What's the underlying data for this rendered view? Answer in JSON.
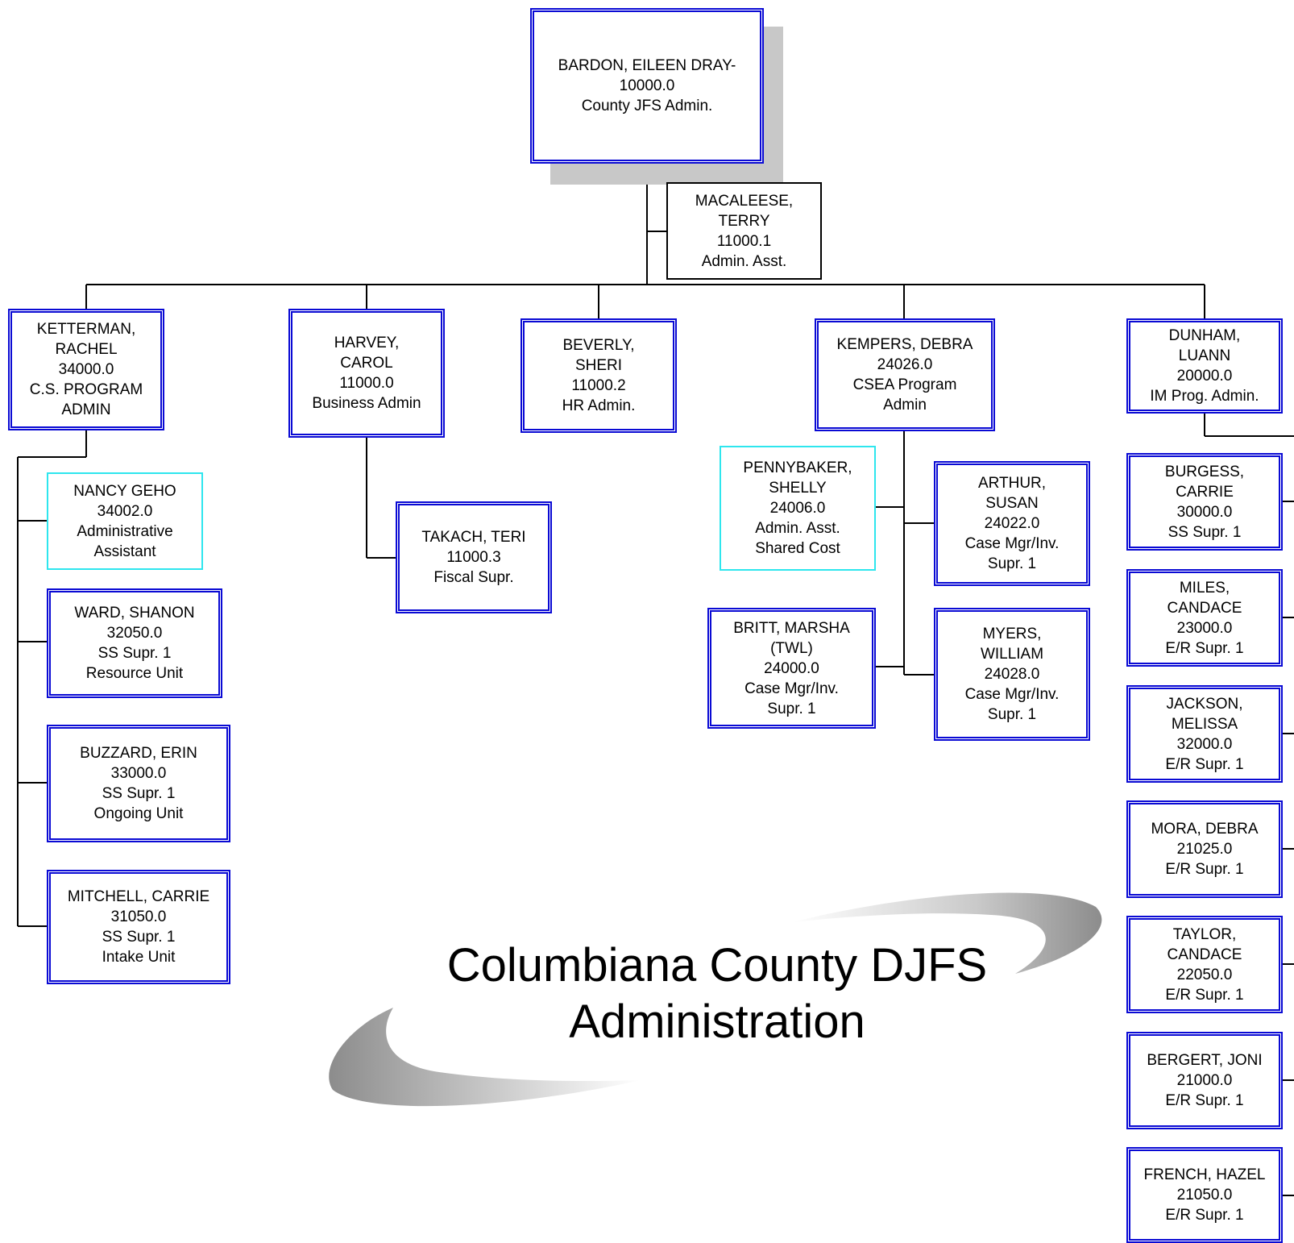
{
  "title": {
    "line1": "Columbiana County  DJFS",
    "line2": "Administration"
  },
  "colors": {
    "box_border": "#0a0ad4",
    "assistant_border": "#2ee6ee",
    "shadow": "#c8c8c8"
  },
  "nodes": {
    "bardon": {
      "name": "BARDON, EILEEN DRAY-",
      "code": "10000.0",
      "title": "County JFS Admin."
    },
    "macaleese": {
      "name1": "MACALEESE,",
      "name2": "TERRY",
      "code": "11000.1",
      "title": "Admin. Asst."
    },
    "ketterman": {
      "name1": "KETTERMAN,",
      "name2": "RACHEL",
      "code": "34000.0",
      "title1": "C.S. PROGRAM",
      "title2": "ADMIN"
    },
    "harvey": {
      "name1": "HARVEY,",
      "name2": "CAROL",
      "code": "11000.0",
      "title": "Business Admin"
    },
    "beverly": {
      "name1": "BEVERLY,",
      "name2": "SHERI",
      "code": "11000.2",
      "title": "HR Admin."
    },
    "kempers": {
      "name": "KEMPERS, DEBRA",
      "code": "24026.0",
      "title1": "CSEA Program",
      "title2": "Admin"
    },
    "dunham": {
      "name1": "DUNHAM,",
      "name2": "LUANN",
      "code": "20000.0",
      "title": "IM Prog. Admin."
    },
    "geho": {
      "name": "NANCY GEHO",
      "code": "34002.0",
      "title1": "Administrative",
      "title2": "Assistant"
    },
    "ward": {
      "name": "WARD, SHANON",
      "code": "32050.0",
      "title1": "SS Supr. 1",
      "title2": "Resource Unit"
    },
    "buzzard": {
      "name": "BUZZARD, ERIN",
      "code": "33000.0",
      "title1": "SS Supr. 1",
      "title2": "Ongoing Unit"
    },
    "mitchell": {
      "name": "MITCHELL, CARRIE",
      "code": "31050.0",
      "title1": "SS Supr. 1",
      "title2": "Intake Unit"
    },
    "takach": {
      "name": "TAKACH, TERI",
      "code": "11000.3",
      "title": "Fiscal Supr."
    },
    "pennybaker": {
      "name1": "PENNYBAKER,",
      "name2": "SHELLY",
      "code": "24006.0",
      "title1": "Admin. Asst.",
      "title2": "Shared Cost"
    },
    "arthur": {
      "name1": "ARTHUR,",
      "name2": "SUSAN",
      "code": "24022.0",
      "title1": "Case Mgr/Inv.",
      "title2": "Supr. 1"
    },
    "britt": {
      "name1": "BRITT, MARSHA",
      "name2": "(TWL)",
      "code": "24000.0",
      "title1": "Case Mgr/Inv.",
      "title2": "Supr. 1"
    },
    "myers": {
      "name1": "MYERS,",
      "name2": "WILLIAM",
      "code": "24028.0",
      "title1": "Case Mgr/Inv.",
      "title2": "Supr. 1"
    },
    "burgess": {
      "name1": "BURGESS,",
      "name2": "CARRIE",
      "code": "30000.0",
      "title": "SS Supr. 1"
    },
    "miles": {
      "name1": "MILES,",
      "name2": "CANDACE",
      "code": "23000.0",
      "title": "E/R Supr. 1"
    },
    "jackson": {
      "name1": "JACKSON,",
      "name2": "MELISSA",
      "code": "32000.0",
      "title": "E/R Supr. 1"
    },
    "mora": {
      "name": "MORA, DEBRA",
      "code": "21025.0",
      "title": "E/R Supr. 1"
    },
    "taylor": {
      "name1": "TAYLOR,",
      "name2": "CANDACE",
      "code": "22050.0",
      "title": "E/R Supr. 1"
    },
    "bergert": {
      "name": "BERGERT, JONI",
      "code": "21000.0",
      "title": "E/R Supr. 1"
    },
    "french": {
      "name": "FRENCH, HAZEL",
      "code": "21050.0",
      "title": "E/R Supr. 1"
    }
  }
}
